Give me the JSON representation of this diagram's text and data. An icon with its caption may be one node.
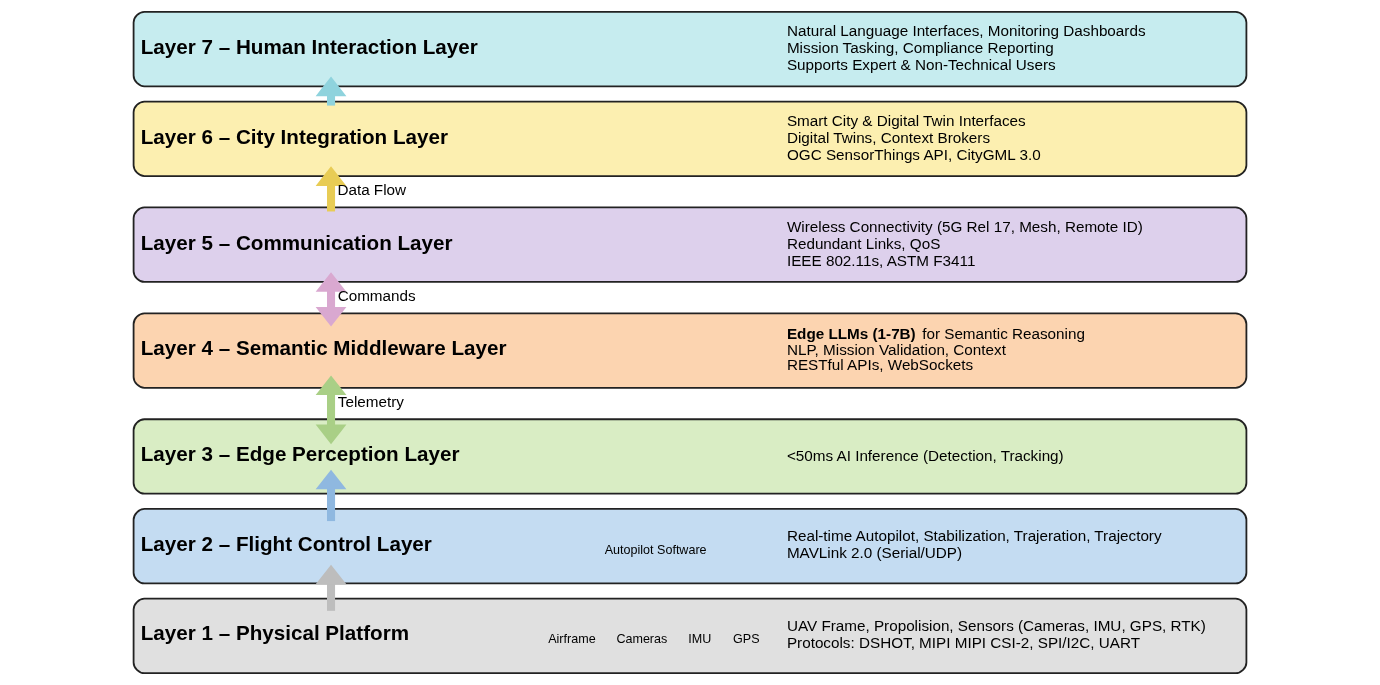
{
  "diagram": {
    "nodes": [
      {
        "text": [
          "Layer 7 – Human Interaction Layer",
          "Natural Language Interfaces, Monitoring Dashboards",
          "Mission Tasking, Compliance Reporting",
          "Supports Expert & Non-Technical Users"
        ]
      },
      {
        "text": [
          "Layer 6 – City Integration Layer",
          "Smart City & Digital Twin Interfaces",
          "Digital Twins, Context Brokers",
          "OGC SensorThings API, CityGML 3.0"
        ]
      },
      {
        "text": [
          "Layer 5 – Communication Layer",
          "Wireless Connectivity (5G Rel 17, Mesh, Remote ID)",
          "Redundant Links, QoS",
          "IEEE 802.11s, ASTM F3411"
        ]
      },
      {
        "text": [
          "Layer 4 – Semantic Middleware Layer",
          "**Edge LLMs (1-7B)** for Semantic Reasoning",
          "NLP, Mission Validation, Context",
          "RESTful APIs, WebSockets"
        ]
      },
      {
        "text": [
          "Layer 3 – Edge Perception Layer",
          "<50ms AI Inference (Detection, Tracking)"
        ]
      },
      {
        "text": [
          "Layer 2 – Flight Control Layer",
          "Autopilot Software",
          "Real-time Autopilot, Stabilization, Trajeration, Trajectory",
          "MAVLink 2.0 (Serial/UDP)"
        ]
      },
      {
        "text": [
          "Layer 1 – Physical Platform",
          "Airframe",
          "Cameras",
          "IMU",
          "GPS",
          "UAV Frame, Propolision, Sensors (Cameras, IMU, GPS, RTK)",
          "Protocols: DSHOT, MIPI MIPI CSI-2, SPI/I2C, UART"
        ]
      }
    ],
    "edges": [
      {
        "from": 6,
        "to": 5,
        "arrow": "to",
        "color": "#bdbdbd"
      },
      {
        "from": 5,
        "to": 4,
        "arrow": "to",
        "color": "#8fb8e0"
      },
      {
        "from": 4,
        "to": 3,
        "arrow": "both",
        "label": "Telemetry",
        "color": "#a9cf86"
      },
      {
        "from": 3,
        "to": 2,
        "arrow": "both",
        "label": "Commands",
        "color": "#d9a8d0"
      },
      {
        "from": 2,
        "to": 1,
        "arrow": "to",
        "label": "Data Flow",
        "color": "#e8cc55"
      },
      {
        "from": 1,
        "to": 0,
        "arrow": "to",
        "color": "#8fd3dd"
      }
    ]
  }
}
